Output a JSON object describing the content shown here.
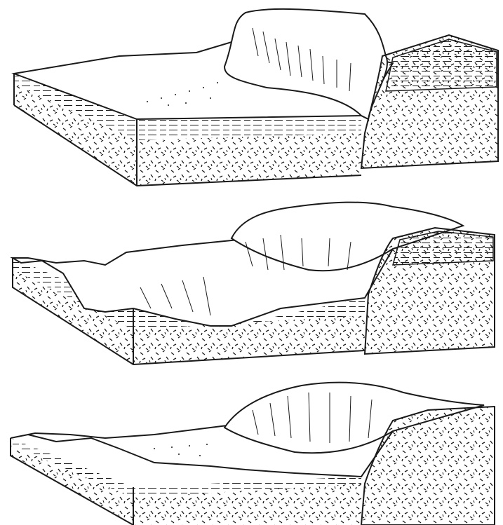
{
  "figure": {
    "panels": [
      {
        "id": "stage-1",
        "description_visible": false
      },
      {
        "id": "stage-2",
        "description_visible": false
      },
      {
        "id": "stage-3",
        "description_visible": false
      }
    ],
    "ink_color": "#1a1a1a",
    "paper_color": "#ffffff"
  },
  "bleed_through": {
    "top": "",
    "bottom": ""
  }
}
